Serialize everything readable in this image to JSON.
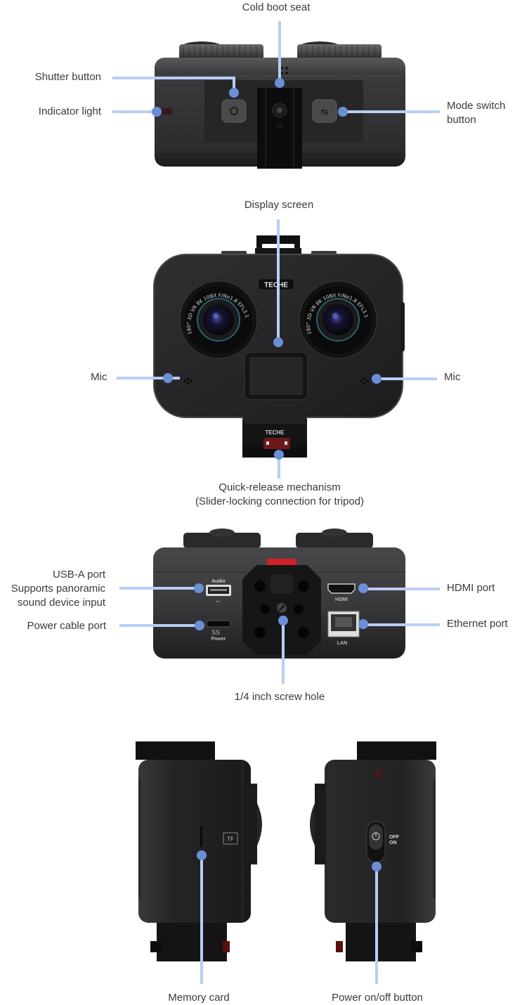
{
  "diagram": {
    "product_brand": "TECHE",
    "lens_marking": "180° 3D VR 8K 10Bit F/No1.8 EFL3.1",
    "colors": {
      "leader_line": "#b9cdf5",
      "leader_dot": "#6b8fd6",
      "label_text": "#3a3a3a",
      "camera_body": "#2a2a2c",
      "accent_red": "#d0202a"
    },
    "views": [
      {
        "name": "top-view",
        "callouts": [
          {
            "id": "cold-boot-seat",
            "label": "Cold boot seat"
          },
          {
            "id": "shutter-button",
            "label": "Shutter button"
          },
          {
            "id": "indicator-light",
            "label": "Indicator light"
          },
          {
            "id": "mode-switch-button",
            "label_line1": "Mode switch",
            "label_line2": "button"
          }
        ]
      },
      {
        "name": "front-view",
        "callouts": [
          {
            "id": "display-screen",
            "label": "Display screen"
          },
          {
            "id": "mic-left",
            "label": "Mic"
          },
          {
            "id": "mic-right",
            "label": "Mic"
          },
          {
            "id": "quick-release",
            "label_line1": "Quick-release mechanism",
            "label_line2": "(Slider-locking connection for tripod)"
          }
        ]
      },
      {
        "name": "bottom-view",
        "port_labels": {
          "audio": "Audio",
          "hdmi": "HDMI",
          "power": "Power",
          "lan": "LAN",
          "ss": "SS"
        },
        "callouts": [
          {
            "id": "usb-a-port",
            "label_line1": "USB-A port",
            "label_line2": "Supports panoramic",
            "label_line3": "sound device input"
          },
          {
            "id": "power-cable-port",
            "label": "Power cable port"
          },
          {
            "id": "hdmi-port",
            "label": "HDMI port"
          },
          {
            "id": "ethernet-port",
            "label": "Ethernet port"
          },
          {
            "id": "screw-hole",
            "label": "1/4 inch screw hole"
          }
        ]
      },
      {
        "name": "side-views",
        "side_markings": {
          "tf": "TF",
          "off": "OFF",
          "on": "ON"
        },
        "callouts": [
          {
            "id": "memory-card",
            "label": "Memory card"
          },
          {
            "id": "power-button",
            "label": "Power on/off button"
          }
        ]
      }
    ]
  }
}
